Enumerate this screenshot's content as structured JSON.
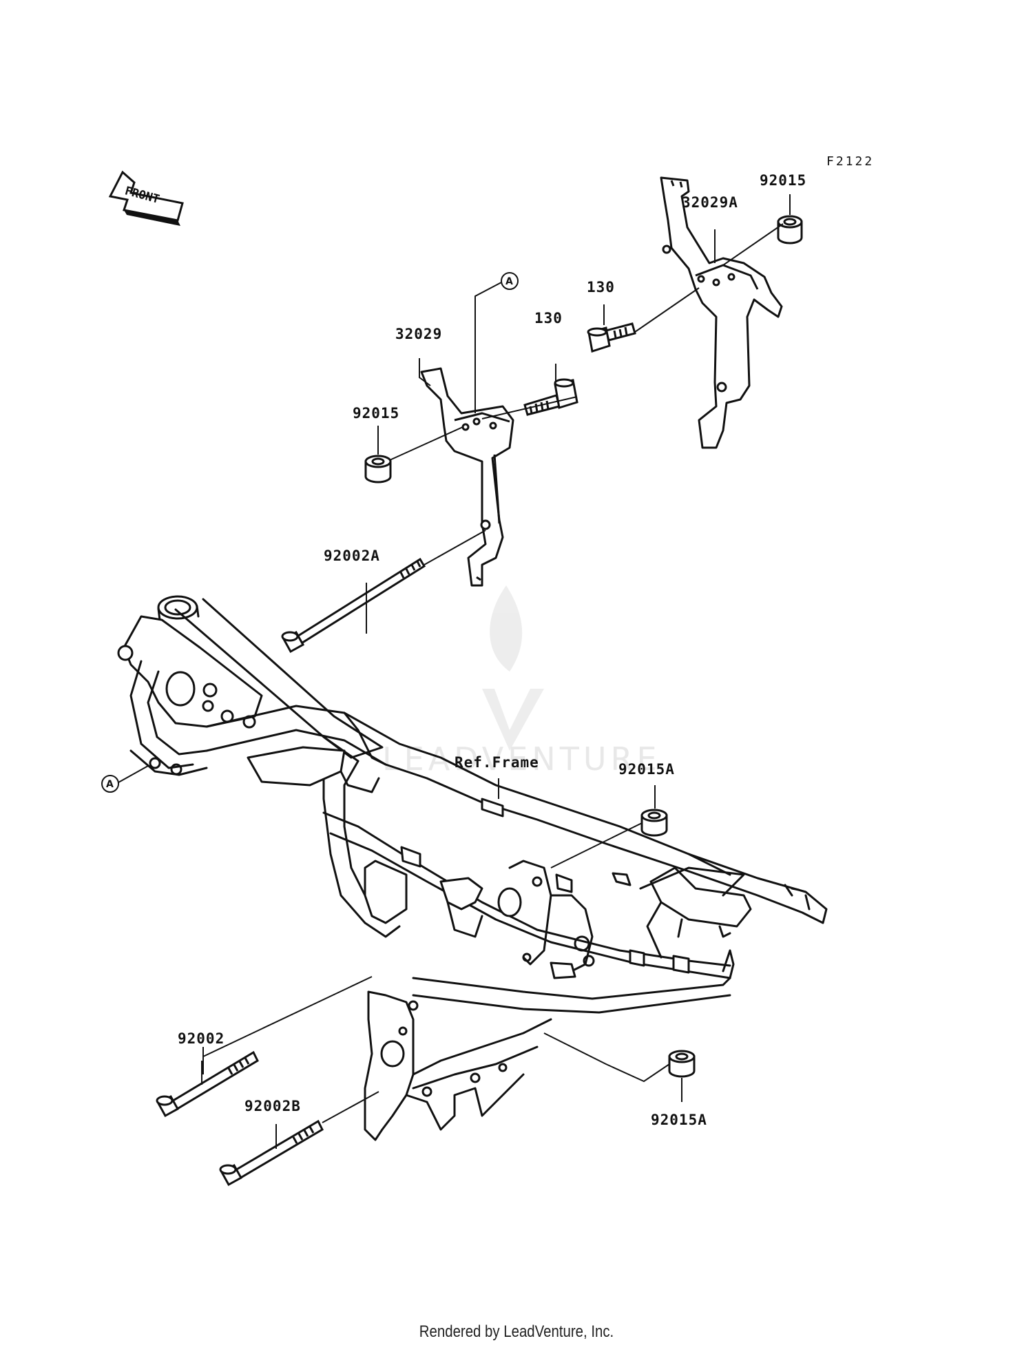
{
  "figure_code": "F2122",
  "front_label": "FRONT",
  "callout_letter": "A",
  "ref_label": "Ref.Frame",
  "watermark_text": "LEADVENTURE",
  "footer": "Rendered by LeadVenture, Inc.",
  "parts": {
    "p92015_right": "92015",
    "p32029A": "32029A",
    "p130_right": "130",
    "p130_left": "130",
    "p32029": "32029",
    "p92015_left": "92015",
    "p92002A": "92002A",
    "p92015A_top": "92015A",
    "p92002": "92002",
    "p92002B": "92002B",
    "p92015A_bottom": "92015A"
  }
}
